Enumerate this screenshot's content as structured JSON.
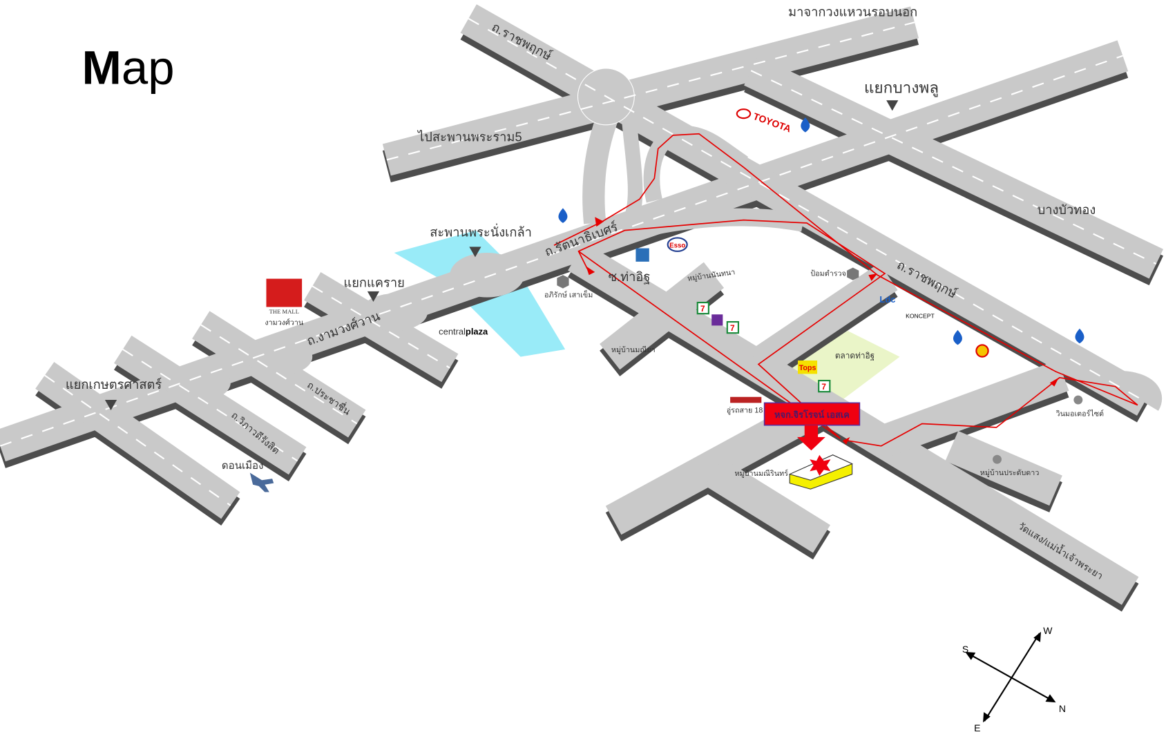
{
  "title": {
    "first": "M",
    "rest": "ap"
  },
  "roads": {
    "ratchaphruek_top": "ถ.ราชพฤกษ์",
    "to_rama5": "ไปสะพานพระราม5",
    "from_outer_ring": "มาจากวงแหวนรอบนอก",
    "bang_phlu_junction": "แยกบางพลู",
    "bang_bua_thong": "บางบัวทอง",
    "rattanathibet": "ถ.รัตนาธิเบศร์",
    "nang_klao_bridge": "สะพานพระนั่งเกล้า",
    "soi_tha_it": "ซ.ท่าอิฐ",
    "ratchaphruek_right": "ถ.ราชพฤกษ์",
    "khae_rai_junction": "แยกแคราย",
    "ngamwongwan": "ถ.งามวงศ์วาน",
    "kaset_junction": "แยกเกษตรศาสตร์",
    "prachachuen": "ถ.ประชาชื่น",
    "vibhavadi": "ถ.วิภาวดีรังสิต",
    "wat_saeng": "วัดแสง/แม่น้ำเจ้าพระยา"
  },
  "places": {
    "toyota": "TOYOTA",
    "esso": "Esso",
    "the_mall": "THE MALL",
    "the_mall_branch": "งามวงศ์วาน",
    "central_plaza_a": "central",
    "central_plaza_b": "plaza",
    "athirak": "อภิรักษ์ เสาเข็ม",
    "nanthana": "หมู่บ้านนันทนา",
    "police_box": "ป้อมตำรวจ",
    "ldc": "Ldc",
    "koncept": "KONCEPT",
    "manthaya": "หมู่บ้านมณียา",
    "market": "ตลาดท่าอิฐ",
    "tops": "Tops",
    "bus": "อู่รถสาย 18",
    "manirin": "หมู่บ้านมณีรินทร์",
    "win_motor": "วินมอเตอร์ไซต์",
    "pradabdao": "หมู่บ้านประดับดาว",
    "don_mueang": "ดอนเมือง",
    "seven": "7"
  },
  "destination": {
    "label": "หจก.จิรโรจน์ เอสเค"
  },
  "compass": {
    "n": "N",
    "s": "S",
    "e": "E",
    "w": "W"
  },
  "colors": {
    "road": "#c9c9c9",
    "shadow": "#4d4d4d",
    "route": "#e60000",
    "river": "#7fe6f5",
    "market": "#eaf5c8"
  }
}
